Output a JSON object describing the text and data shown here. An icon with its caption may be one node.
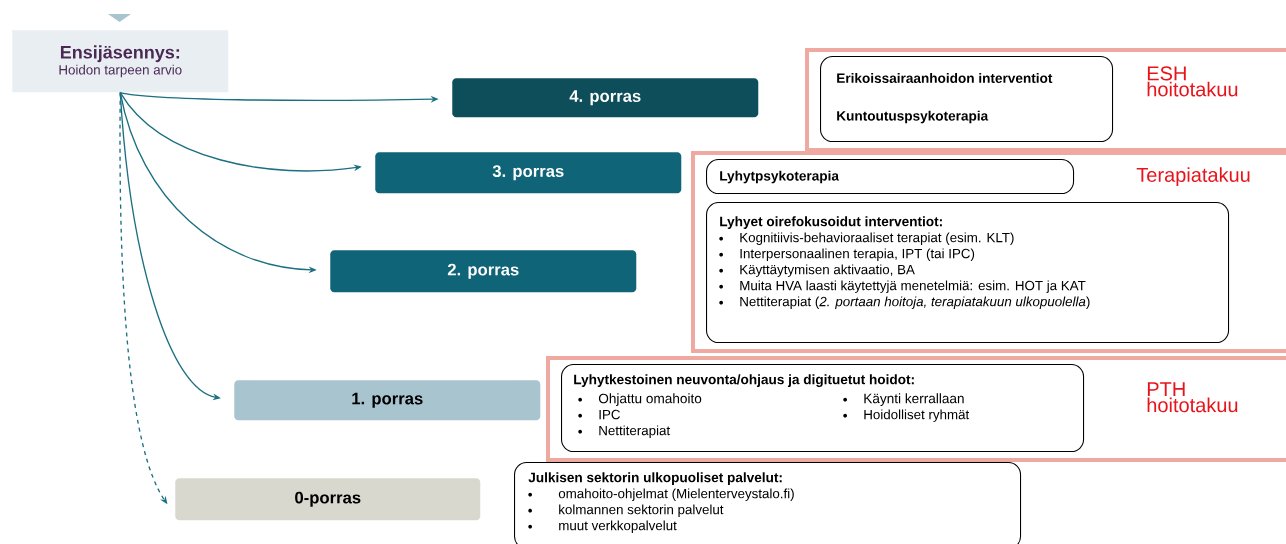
{
  "diagram": {
    "nodes": [
      {
        "text": [
          "Ensijäsennys:",
          "Hoidon tarpeen arvio"
        ]
      },
      {
        "text": [
          "4. porras"
        ]
      },
      {
        "text": [
          "3. porras"
        ]
      },
      {
        "text": [
          "2. porras"
        ]
      },
      {
        "text": [
          "1. porras"
        ]
      },
      {
        "text": [
          "0-porras"
        ]
      },
      {
        "text": [
          "ESH hoitotakuu"
        ]
      },
      {
        "text": [
          "Erikoissairaanhoidon interventiot",
          "Kuntoutuspsykoterapia"
        ],
        "in": 6
      },
      {
        "text": [
          "Terapiatakuu"
        ]
      },
      {
        "text": [
          "Lyhytpsykoterapia"
        ],
        "in": 8
      },
      {
        "text": [
          "Lyhyet oirefokusoidut interventiot:",
          "Kognitiivis-behavioraaliset terapiat (esim. KLT)",
          "Interpersonaalinen terapia, IPT (tai IPC)",
          "Käyttäytymisen aktivaatio, BA",
          "Muita HVA laasti käytettyjä menetelmiä: esim. HOT ja KAT",
          "Nettiterapiat (*2. portaan hoitoja, terapiatakuun ulkopuolella*)"
        ],
        "in": 8
      },
      {
        "text": [
          "PTH hoitotakuu"
        ]
      },
      {
        "text": [
          "Lyhytkestoinen neuvonta/ohjaus ja digituetut hoidot:",
          "Ohjattu omahoito",
          "IPC",
          "Nettiterapiat",
          "Käynti kerrallaan",
          "Hoidolliset ryhmät"
        ],
        "in": 11
      },
      {
        "text": [
          "Julkisen sektorin ulkopuoliset palvelut:",
          "omahoito-ohjelmat (Mielenterveystalo.fi)",
          "kolmannen sektorin palvelut",
          "muut verkkopalvelut"
        ]
      }
    ],
    "edges": [
      {
        "from": 0,
        "to": 1,
        "arrow": "to"
      },
      {
        "from": 0,
        "to": 2,
        "arrow": "to"
      },
      {
        "from": 0,
        "to": 3,
        "arrow": "to"
      },
      {
        "from": 0,
        "to": 4,
        "arrow": "to"
      },
      {
        "from": 0,
        "to": 5,
        "arrow": "to",
        "style": "dashed"
      }
    ]
  }
}
